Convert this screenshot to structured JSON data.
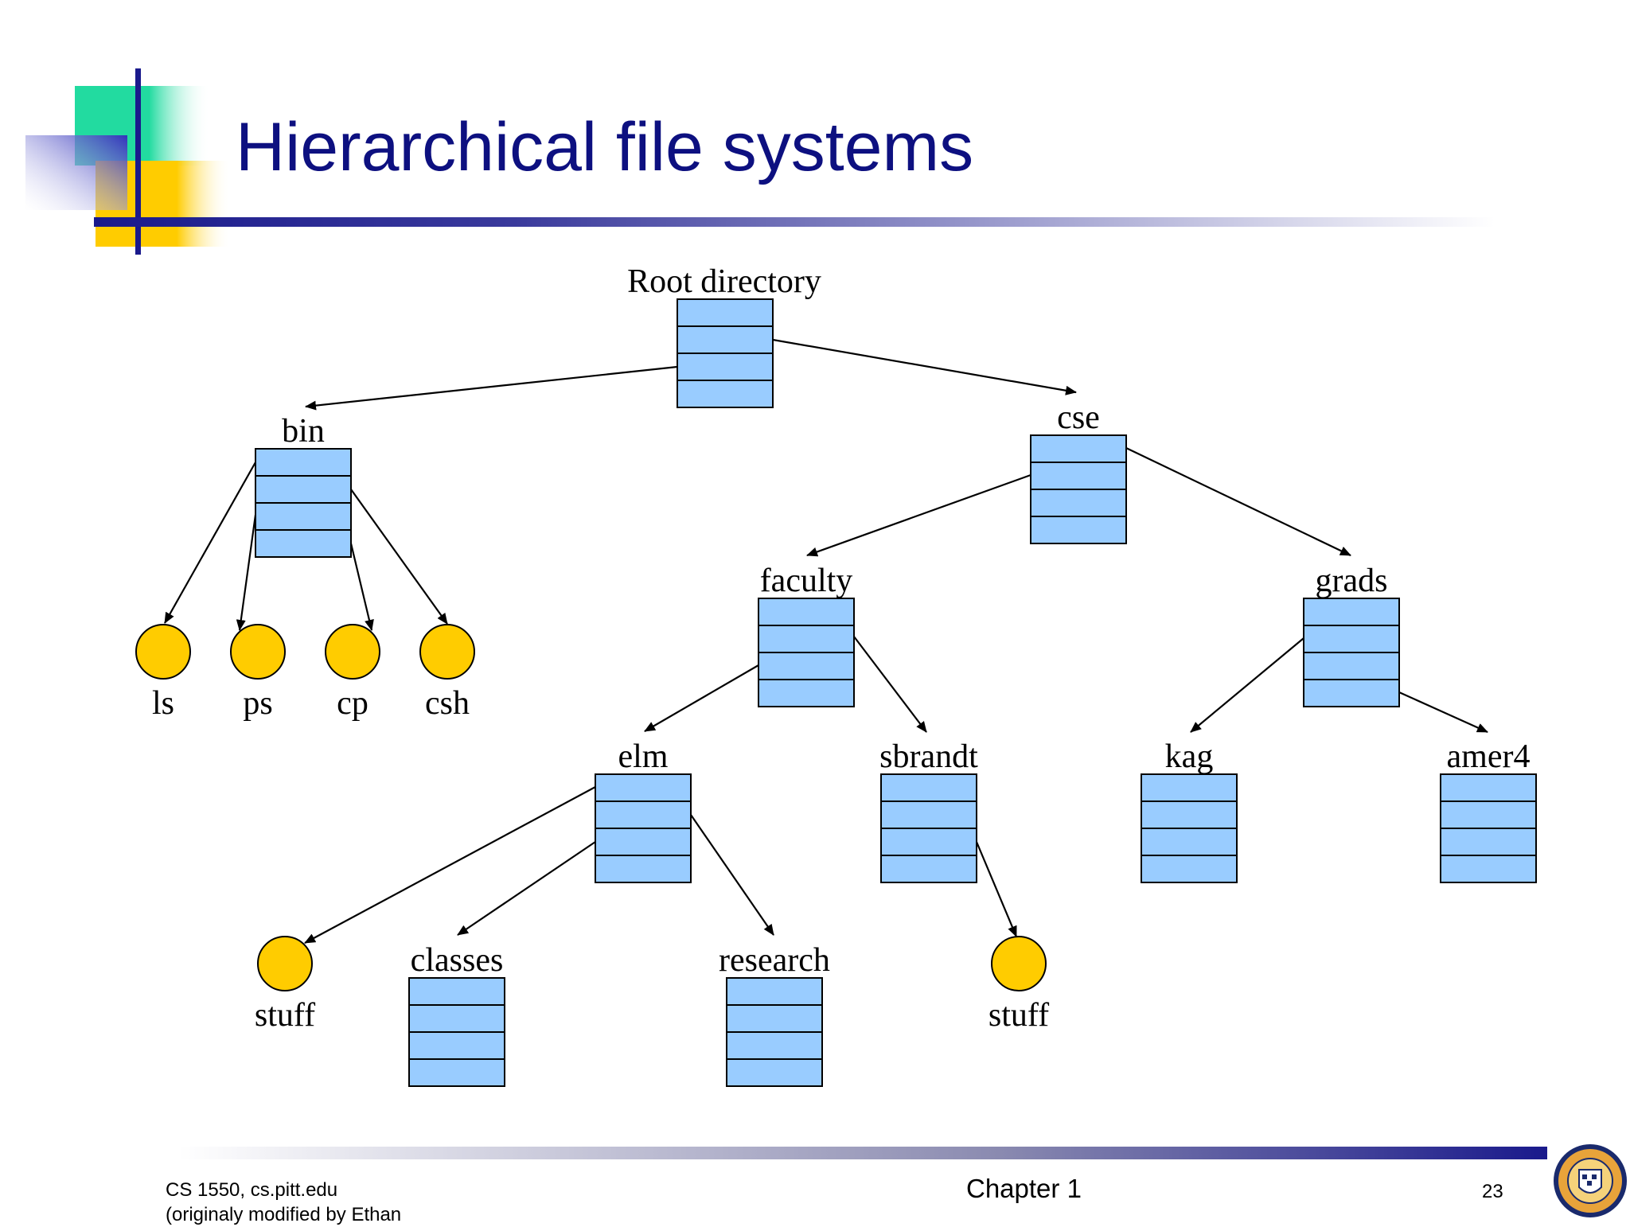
{
  "slide": {
    "title": "Hierarchical file systems"
  },
  "footer": {
    "left_line1": "CS 1550, cs.pitt.edu",
    "left_line2": "(originaly modified by Ethan",
    "center": "Chapter 1",
    "page": "23"
  },
  "colors": {
    "title": "#0d1080",
    "directory_fill": "#99ccff",
    "file_fill": "#ffcc00",
    "accent_teal": "#22dba0",
    "accent_yellow": "#ffcc00",
    "accent_navy": "#1a1a8c"
  },
  "diagram": {
    "directories": [
      {
        "id": "root",
        "label": "Root directory"
      },
      {
        "id": "bin",
        "label": "bin"
      },
      {
        "id": "cse",
        "label": "cse"
      },
      {
        "id": "faculty",
        "label": "faculty"
      },
      {
        "id": "grads",
        "label": "grads"
      },
      {
        "id": "elm",
        "label": "elm"
      },
      {
        "id": "sbrandt",
        "label": "sbrandt"
      },
      {
        "id": "kag",
        "label": "kag"
      },
      {
        "id": "amer4",
        "label": "amer4"
      },
      {
        "id": "classes",
        "label": "classes"
      },
      {
        "id": "research",
        "label": "research"
      }
    ],
    "files": [
      {
        "id": "ls",
        "label": "ls"
      },
      {
        "id": "ps",
        "label": "ps"
      },
      {
        "id": "cp",
        "label": "cp"
      },
      {
        "id": "csh",
        "label": "csh"
      },
      {
        "id": "stuff1",
        "label": "stuff"
      },
      {
        "id": "stuff2",
        "label": "stuff"
      }
    ],
    "edges": [
      {
        "from": "root",
        "to": "bin"
      },
      {
        "from": "root",
        "to": "cse"
      },
      {
        "from": "bin",
        "to": "ls"
      },
      {
        "from": "bin",
        "to": "ps"
      },
      {
        "from": "bin",
        "to": "cp"
      },
      {
        "from": "bin",
        "to": "csh"
      },
      {
        "from": "cse",
        "to": "faculty"
      },
      {
        "from": "cse",
        "to": "grads"
      },
      {
        "from": "faculty",
        "to": "elm"
      },
      {
        "from": "faculty",
        "to": "sbrandt"
      },
      {
        "from": "grads",
        "to": "kag"
      },
      {
        "from": "grads",
        "to": "amer4"
      },
      {
        "from": "elm",
        "to": "stuff1"
      },
      {
        "from": "elm",
        "to": "classes"
      },
      {
        "from": "elm",
        "to": "research"
      },
      {
        "from": "sbrandt",
        "to": "stuff2"
      }
    ]
  }
}
